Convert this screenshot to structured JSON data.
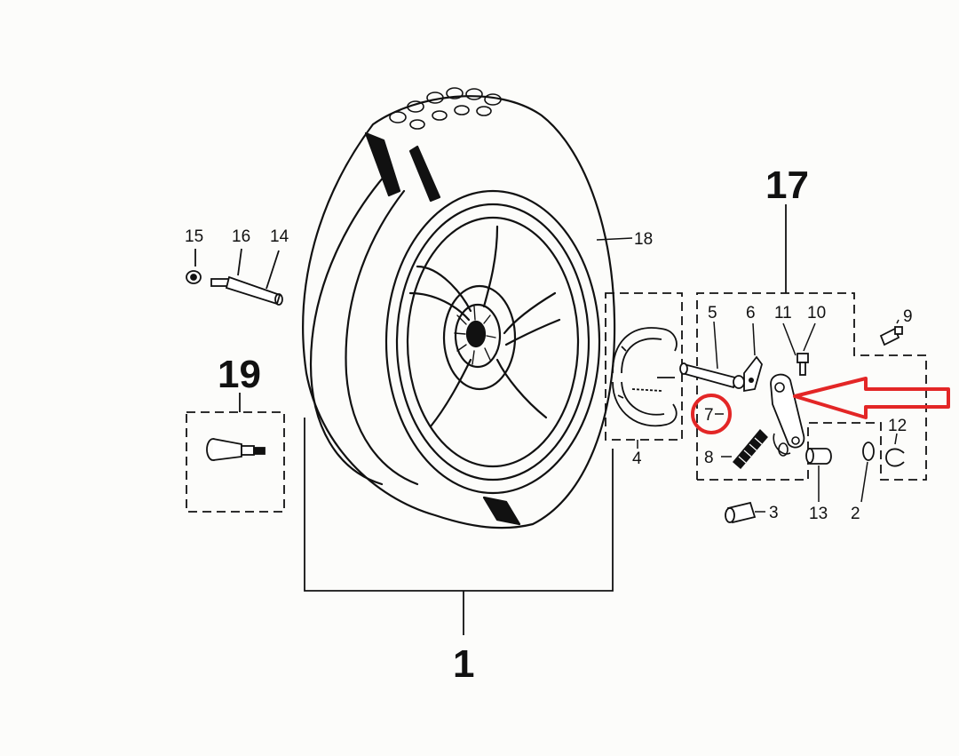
{
  "diagram": {
    "labels": {
      "p1": "1",
      "p2": "2",
      "p3": "3",
      "p4": "4",
      "p5": "5",
      "p6": "6",
      "p7": "7",
      "p8": "8",
      "p9": "9",
      "p10": "10",
      "p11": "11",
      "p12": "12",
      "p13": "13",
      "p14": "14",
      "p15": "15",
      "p16": "16",
      "p17": "17",
      "p18": "18",
      "p19": "19"
    },
    "highlight": {
      "target": "7",
      "color": "#e32626"
    },
    "ink_color": "#111111",
    "paper_color": "#fcfcfa"
  }
}
